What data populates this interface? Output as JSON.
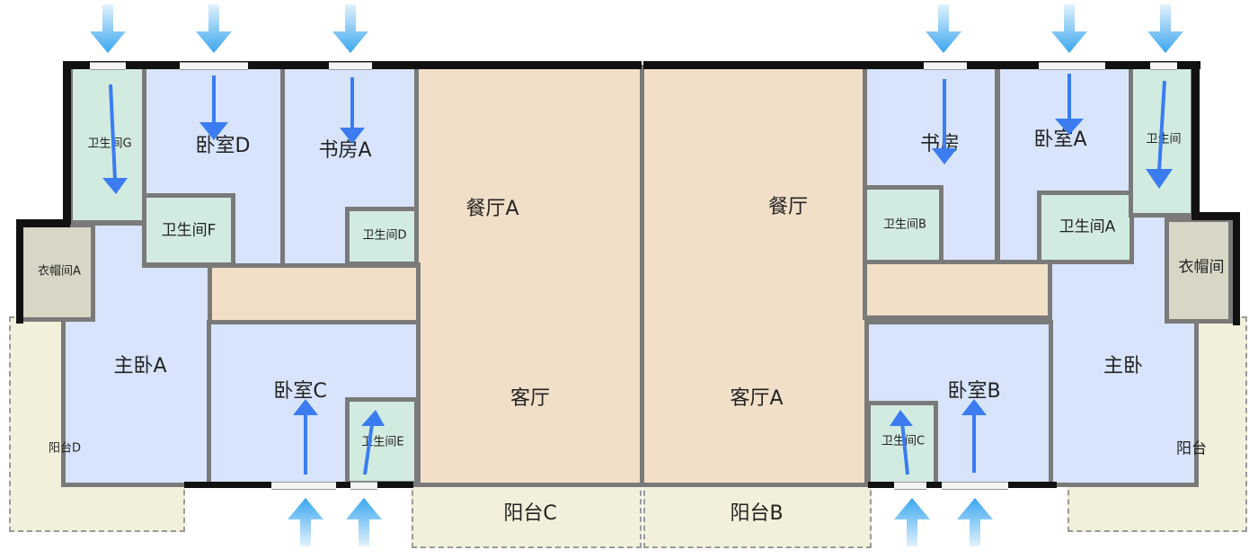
{
  "rooms": {
    "bath_g": "卫生间G",
    "bed_d": "卧室D",
    "study_a": "书房A",
    "bath_f": "卫生间F",
    "bath_d": "卫生间D",
    "closet_a": "衣帽间A",
    "master_a": "主卧A",
    "balcony_d": "阳台D",
    "bed_c": "卧室C",
    "bath_e": "卫生间E",
    "dining_a": "餐厅A",
    "living": "客厅",
    "balcony_c": "阳台C",
    "dining": "餐厅",
    "living_a": "客厅A",
    "balcony_b": "阳台B",
    "study": "书房",
    "bed_a": "卧室A",
    "bath": "卫生间",
    "bath_b": "卫生间B",
    "bath_a": "卫生间A",
    "closet": "衣帽间",
    "master": "主卧",
    "balcony": "阳台",
    "bed_b": "卧室B",
    "bath_c": "卫生间C"
  },
  "colors": {
    "bedroom": "#d7e4fb",
    "bathroom": "#d2ebe0",
    "living": "#f2dfc8",
    "closet": "#d8d7c6",
    "balcony": "#f2f0da",
    "arrow": "#3b82f6",
    "arrow_outside": "#3aa6f0"
  }
}
